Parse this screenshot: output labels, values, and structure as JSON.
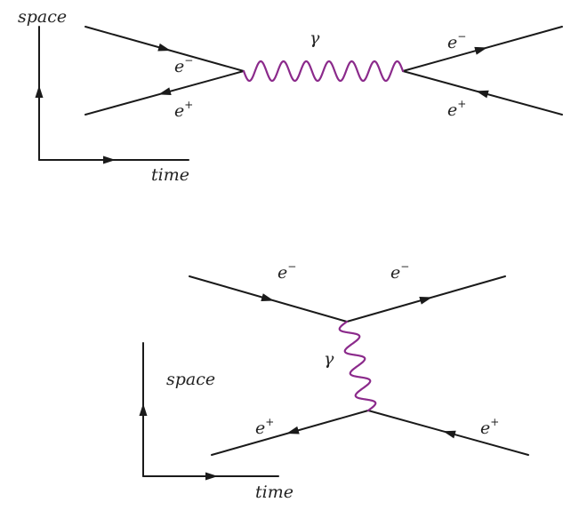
{
  "top_diagram": {
    "axis": {
      "y_label": "space",
      "x_label": "time"
    },
    "labels": {
      "electron_in": {
        "base": "e",
        "sup": "−"
      },
      "positron_in": {
        "base": "e",
        "sup": "+"
      },
      "photon": "γ",
      "electron_out": {
        "base": "e",
        "sup": "−"
      },
      "positron_out": {
        "base": "e",
        "sup": "+"
      }
    }
  },
  "bottom_diagram": {
    "axis": {
      "y_label": "space",
      "x_label": "time"
    },
    "labels": {
      "electron_in": {
        "base": "e",
        "sup": "−"
      },
      "electron_out": {
        "base": "e",
        "sup": "−"
      },
      "photon": "γ",
      "positron_left": {
        "base": "e",
        "sup": "+"
      },
      "positron_right": {
        "base": "e",
        "sup": "+"
      }
    }
  },
  "colors": {
    "line": "#1a1a1a",
    "photon": "#8b2a8b",
    "background": "#ffffff"
  }
}
